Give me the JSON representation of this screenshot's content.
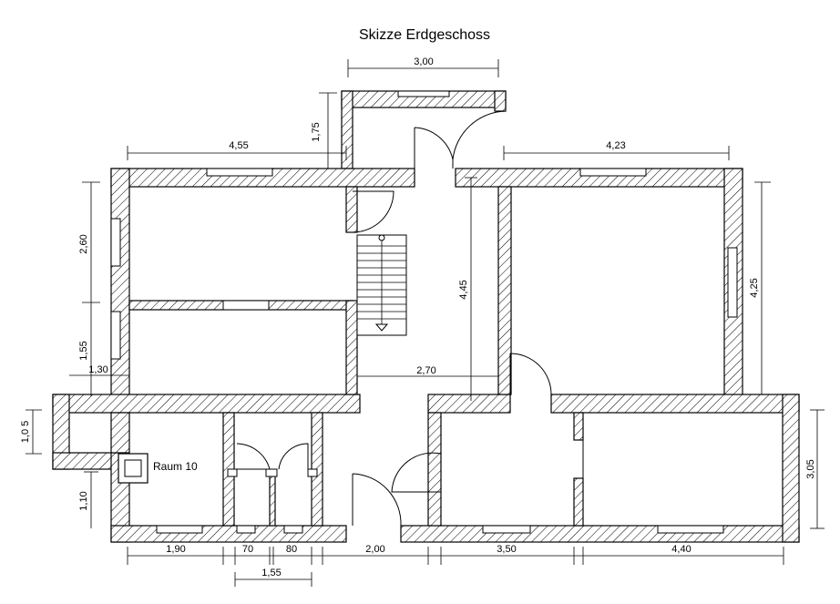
{
  "title": "Skizze Erdgeschoss",
  "room_label": "Raum 10",
  "dimensions": {
    "top_anbau": "3,00",
    "anbau_depth": "1,75",
    "left_room_width": "4,55",
    "right_room_width": "4,23",
    "left_upper_height": "2,60",
    "left_lower_height": "1,55",
    "left_offset": "1,30",
    "stair_hall_height": "4,45",
    "hall_width": "2,70",
    "right_room_height": "4,25",
    "left_stub_height": "1,0 5",
    "raum10_height": "1,10",
    "right_bottom_height": "3,05",
    "bottom_1": "1,90",
    "bottom_2": "70",
    "bottom_3": "80",
    "bottom_4": "2,00",
    "bottom_5": "3,50",
    "bottom_6": "4,40",
    "bottom_sum": "1,55"
  }
}
